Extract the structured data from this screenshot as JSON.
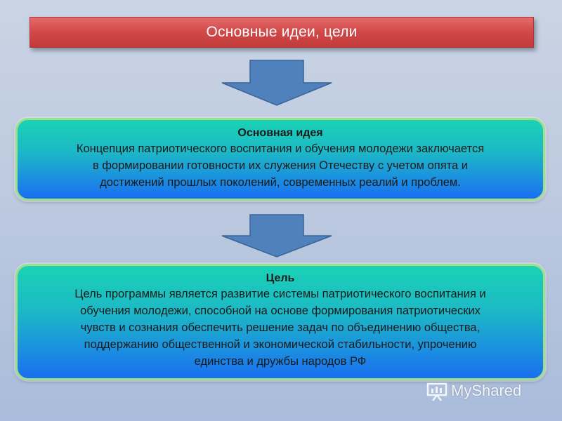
{
  "title": "Основные идеи, цели",
  "idea": {
    "heading": "Основная идея",
    "lines": [
      "Концепция патриотического воспитания и обучения молодежи заключается",
      "в формировании готовности их служения Отечеству с учетом опята и",
      "достижений прошлых поколений, современных реалий и проблем."
    ]
  },
  "goal": {
    "heading": "Цель",
    "lines": [
      "Цель программы является развитие системы патриотического воспитания и",
      "обучения молодежи, способной на основе формирования патриотических",
      "чувств и сознания обеспечить решение задач по объединению общества,",
      "поддержанию общественной и экономической стабильности, упрочению",
      "единства и дружбы народов РФ"
    ]
  },
  "watermark": "MyShared",
  "colors": {
    "title_bar": "#d24848",
    "arrow_fill": "#4f81bd",
    "box_top": "#1ad2b4",
    "box_bottom": "#1a6ff0",
    "box_border": "#9ee08a"
  }
}
